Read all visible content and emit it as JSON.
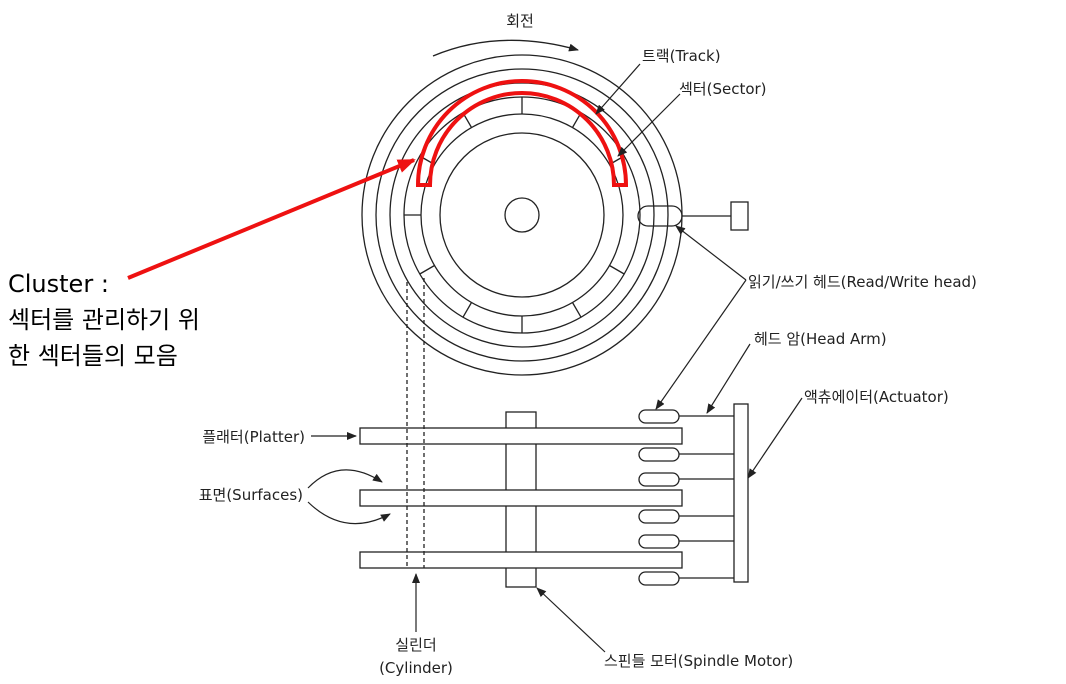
{
  "labels": {
    "rotation": "회전",
    "track": "트랙(Track)",
    "sector": "섹터(Sector)",
    "rw_head": "읽기/쓰기 헤드(Read/Write head)",
    "head_arm": "헤드 암(Head Arm)",
    "actuator": "액츄에이터(Actuator)",
    "platter": "플래터(Platter)",
    "surfaces": "표면(Surfaces)",
    "cylinder_ko": "실린더",
    "cylinder_en": "(Cylinder)",
    "spindle_motor": "스핀들 모터(Spindle Motor)"
  },
  "cluster_note": {
    "line1": "Cluster :",
    "line2": "섹터를 관리하기 위",
    "line3": "한 섹터들의 모음"
  },
  "colors": {
    "line": "#222222",
    "highlight": "#ee1111"
  }
}
